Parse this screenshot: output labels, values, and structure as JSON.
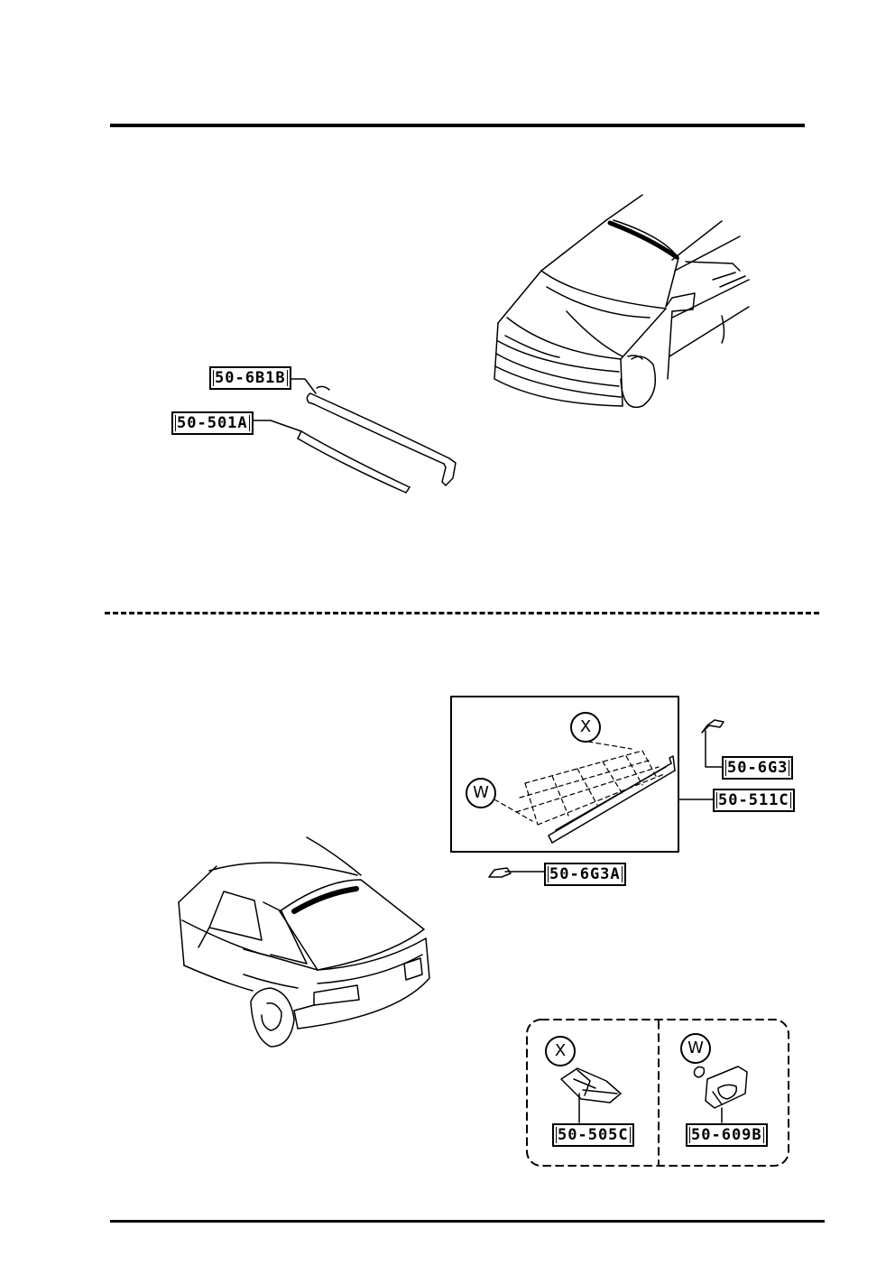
{
  "top_section": {
    "windshield_molding_label": "50-6B1B",
    "windshield_dam_label": "50-501A"
  },
  "bottom_section": {
    "upper_clip_label": "50-6G3",
    "rear_window_molding_label": "50-511C",
    "lower_clip_label": "50-6G3A",
    "callout_x": "X",
    "callout_w": "W",
    "detail_x": {
      "marker": "X",
      "label": "50-505C"
    },
    "detail_w": {
      "marker": "W",
      "label": "50-609B"
    }
  }
}
